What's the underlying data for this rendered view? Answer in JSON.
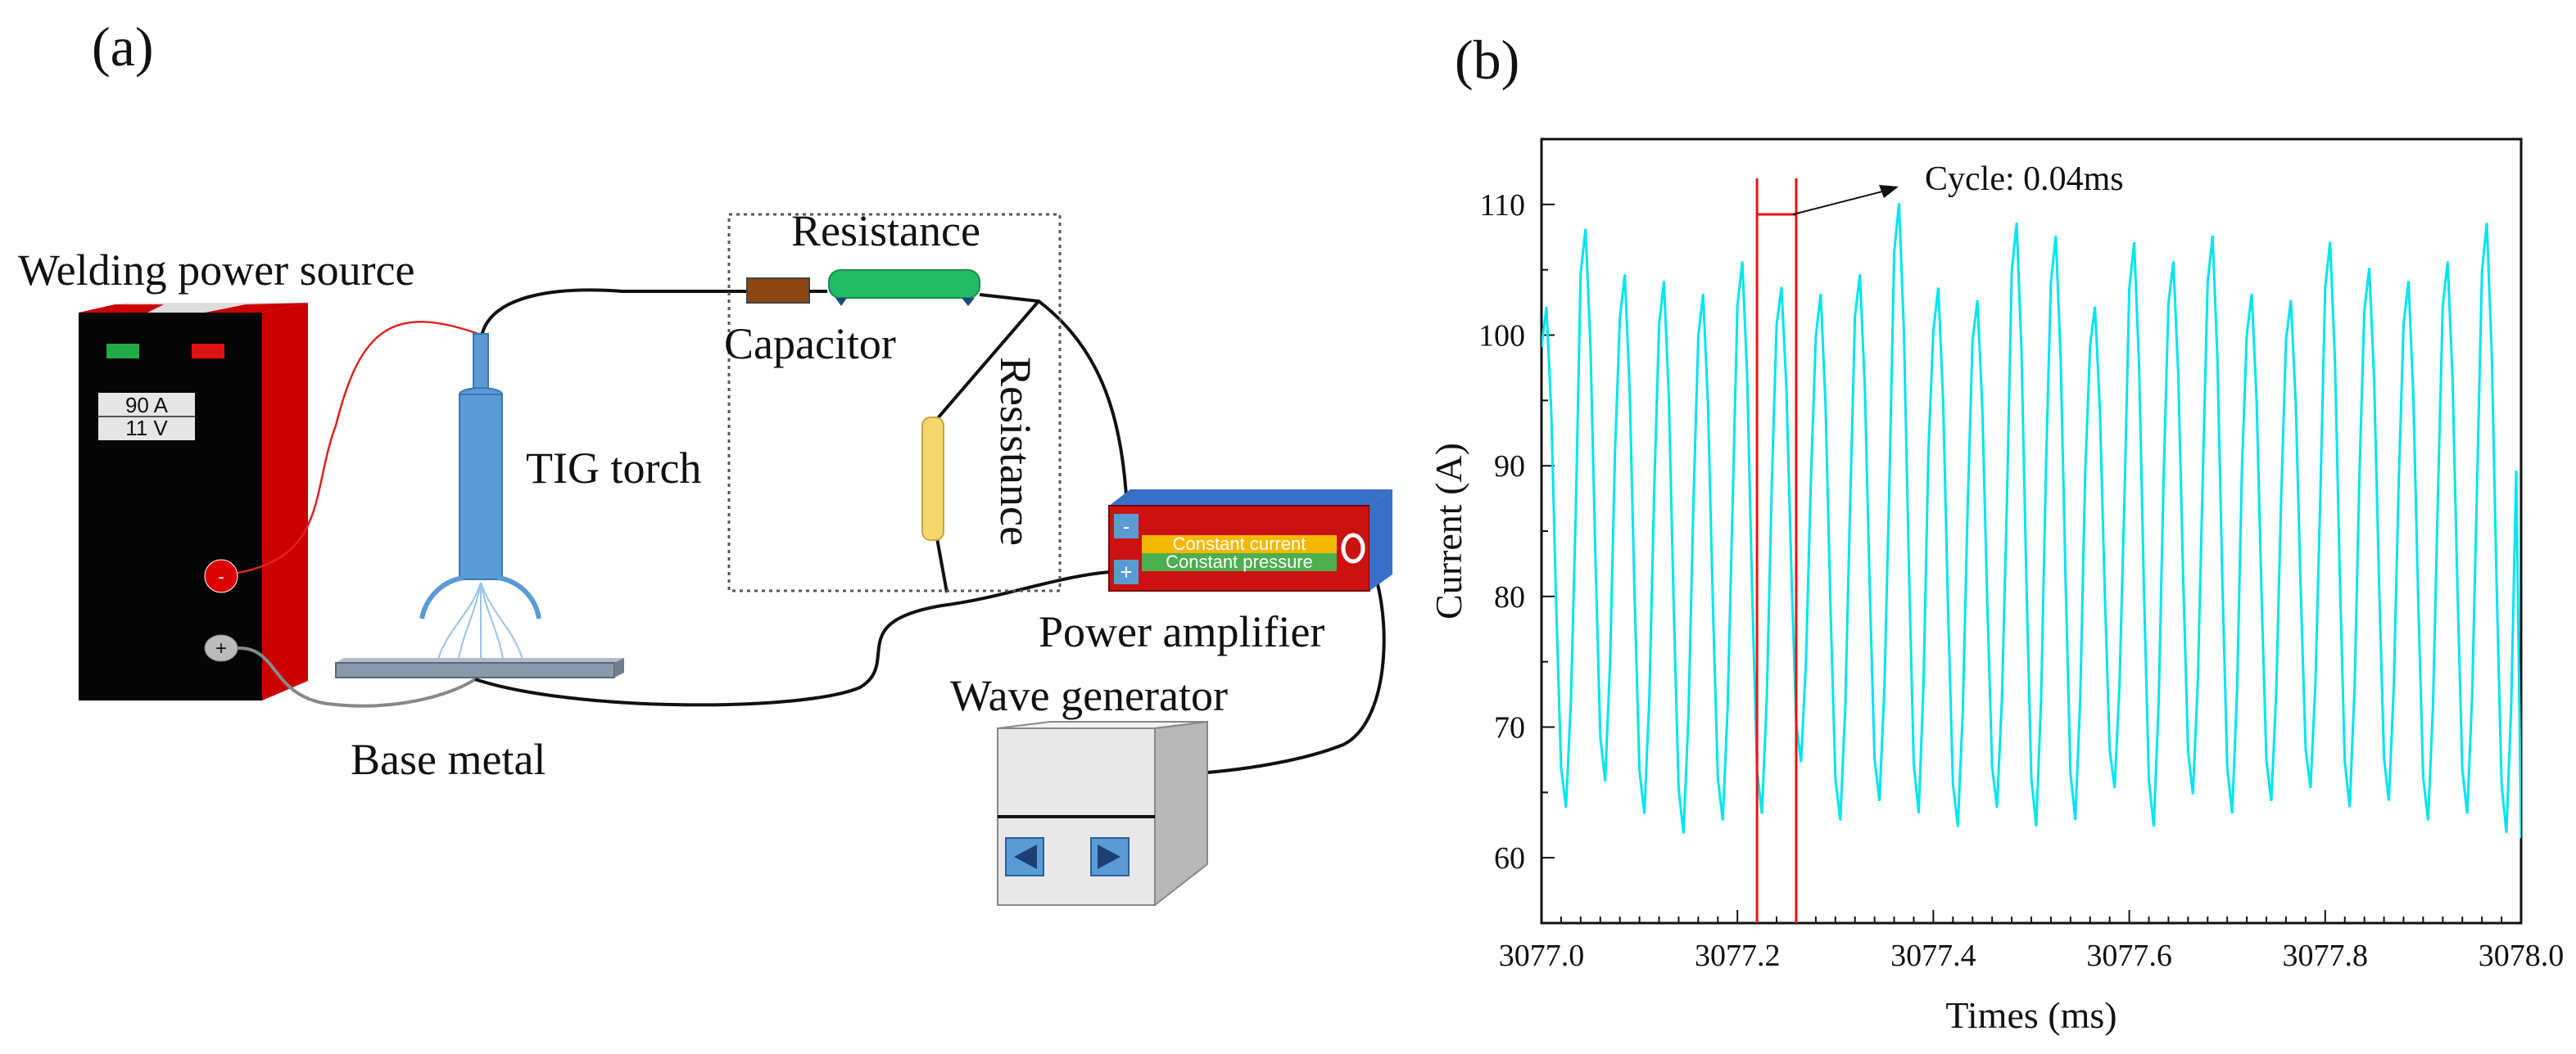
{
  "panel_a": {
    "tag": "(a)",
    "welding_power_source": "Welding power source",
    "display_current": "90 A",
    "display_voltage": "11 V",
    "minus_sign": "-",
    "plus_sign": "+",
    "tig_torch": "TIG torch",
    "base_metal": "Base metal",
    "resistance_top": "Resistance",
    "capacitor": "Capacitor",
    "resistance_vertical": "Resistance",
    "power_amplifier": "Power amplifier",
    "amp_minus": "-",
    "amp_plus": "+",
    "constant_current": "Constant current",
    "constant_pressure": "Constant pressure",
    "amp_knob": "0",
    "wave_generator": "Wave generator",
    "colors": {
      "cabinet_front": "#050505",
      "cabinet_side": "#cc0000",
      "torch": "#5b9bd5",
      "resistor_green": "#22bb66",
      "capacitor_brown": "#8b4513",
      "resistor_yellow": "#f5d76e",
      "amp_front": "#cc1111",
      "amp_side": "#3a6fc7",
      "wave_gen_body": "#e8e8e8"
    },
    "icons": [
      "left-arrow-icon",
      "right-arrow-icon"
    ]
  },
  "panel_b": {
    "tag": "(b)",
    "annotation": "Cycle: 0.04ms",
    "cycle_markers_ms": [
      3077.22,
      3077.26
    ],
    "chart_data": {
      "type": "line",
      "xlabel": "Times (ms)",
      "ylabel": "Current (A)",
      "xlim": [
        3077.0,
        3078.0
      ],
      "ylim": [
        55,
        115
      ],
      "xticks": [
        "3077.0",
        "3077.2",
        "3077.4",
        "3077.6",
        "3077.8",
        "3078.0"
      ],
      "yticks": [
        "60",
        "70",
        "80",
        "90",
        "100",
        "110"
      ],
      "series": [
        {
          "color": "#00e5ee",
          "period_ms": 0.04,
          "peaks_A": [
            102.5,
            108.5,
            105,
            104.5,
            103.5,
            106,
            104,
            103.5,
            105,
            110.5,
            104,
            103,
            109,
            108,
            102.5,
            107.5,
            106,
            108,
            103.5,
            103,
            107.5,
            105.5,
            104.5,
            106,
            109
          ],
          "troughs_A": [
            63.5,
            65.5,
            63,
            61.5,
            62.5,
            63,
            67,
            62.5,
            64,
            63,
            62,
            63.5,
            62,
            62.5,
            65,
            62,
            64.5,
            63,
            64,
            65,
            63.5,
            64,
            62.5,
            63,
            61.5
          ]
        }
      ]
    }
  }
}
